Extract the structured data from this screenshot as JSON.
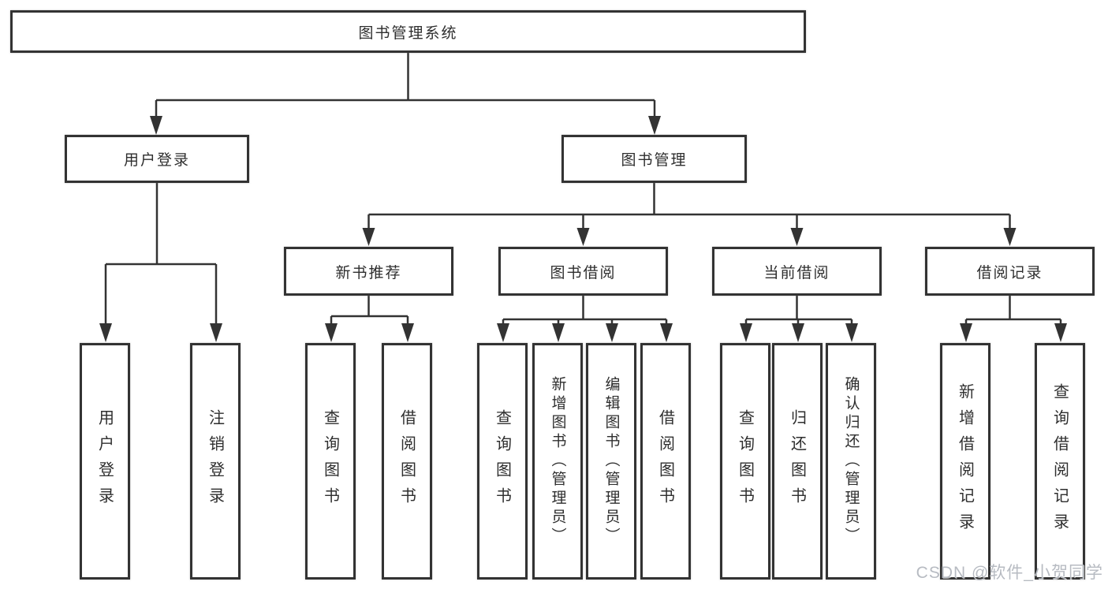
{
  "tree": {
    "root": {
      "label": "图书管理系统"
    },
    "level2": [
      {
        "label": "用户登录"
      },
      {
        "label": "图书管理"
      }
    ],
    "level3": [
      {
        "label": "新书推荐",
        "parent": "图书管理"
      },
      {
        "label": "图书借阅",
        "parent": "图书管理"
      },
      {
        "label": "当前借阅",
        "parent": "图书管理"
      },
      {
        "label": "借阅记录",
        "parent": "图书管理"
      }
    ],
    "leaves": [
      {
        "label": "用户登录",
        "parent": "用户登录"
      },
      {
        "label": "注销登录",
        "parent": "用户登录"
      },
      {
        "label": "查询图书",
        "parent": "新书推荐"
      },
      {
        "label": "借阅图书",
        "parent": "新书推荐"
      },
      {
        "label": "查询图书",
        "parent": "图书借阅"
      },
      {
        "label": "新增图书（管理员）",
        "parent": "图书借阅"
      },
      {
        "label": "编辑图书（管理员）",
        "parent": "图书借阅"
      },
      {
        "label": "借阅图书",
        "parent": "图书借阅"
      },
      {
        "label": "查询图书",
        "parent": "当前借阅"
      },
      {
        "label": "归还图书",
        "parent": "当前借阅"
      },
      {
        "label": "确认归还（管理员）",
        "parent": "当前借阅"
      },
      {
        "label": "新增借阅记录",
        "parent": "借阅记录"
      },
      {
        "label": "查询借阅记录",
        "parent": "借阅记录"
      }
    ]
  },
  "watermark": {
    "text": "CSDN @软件_小贺同学"
  },
  "colors": {
    "line": "#333333",
    "box_border": "#333333",
    "background": "#ffffff",
    "text": "#2e2e2e",
    "watermark": "#b7bbc2"
  }
}
